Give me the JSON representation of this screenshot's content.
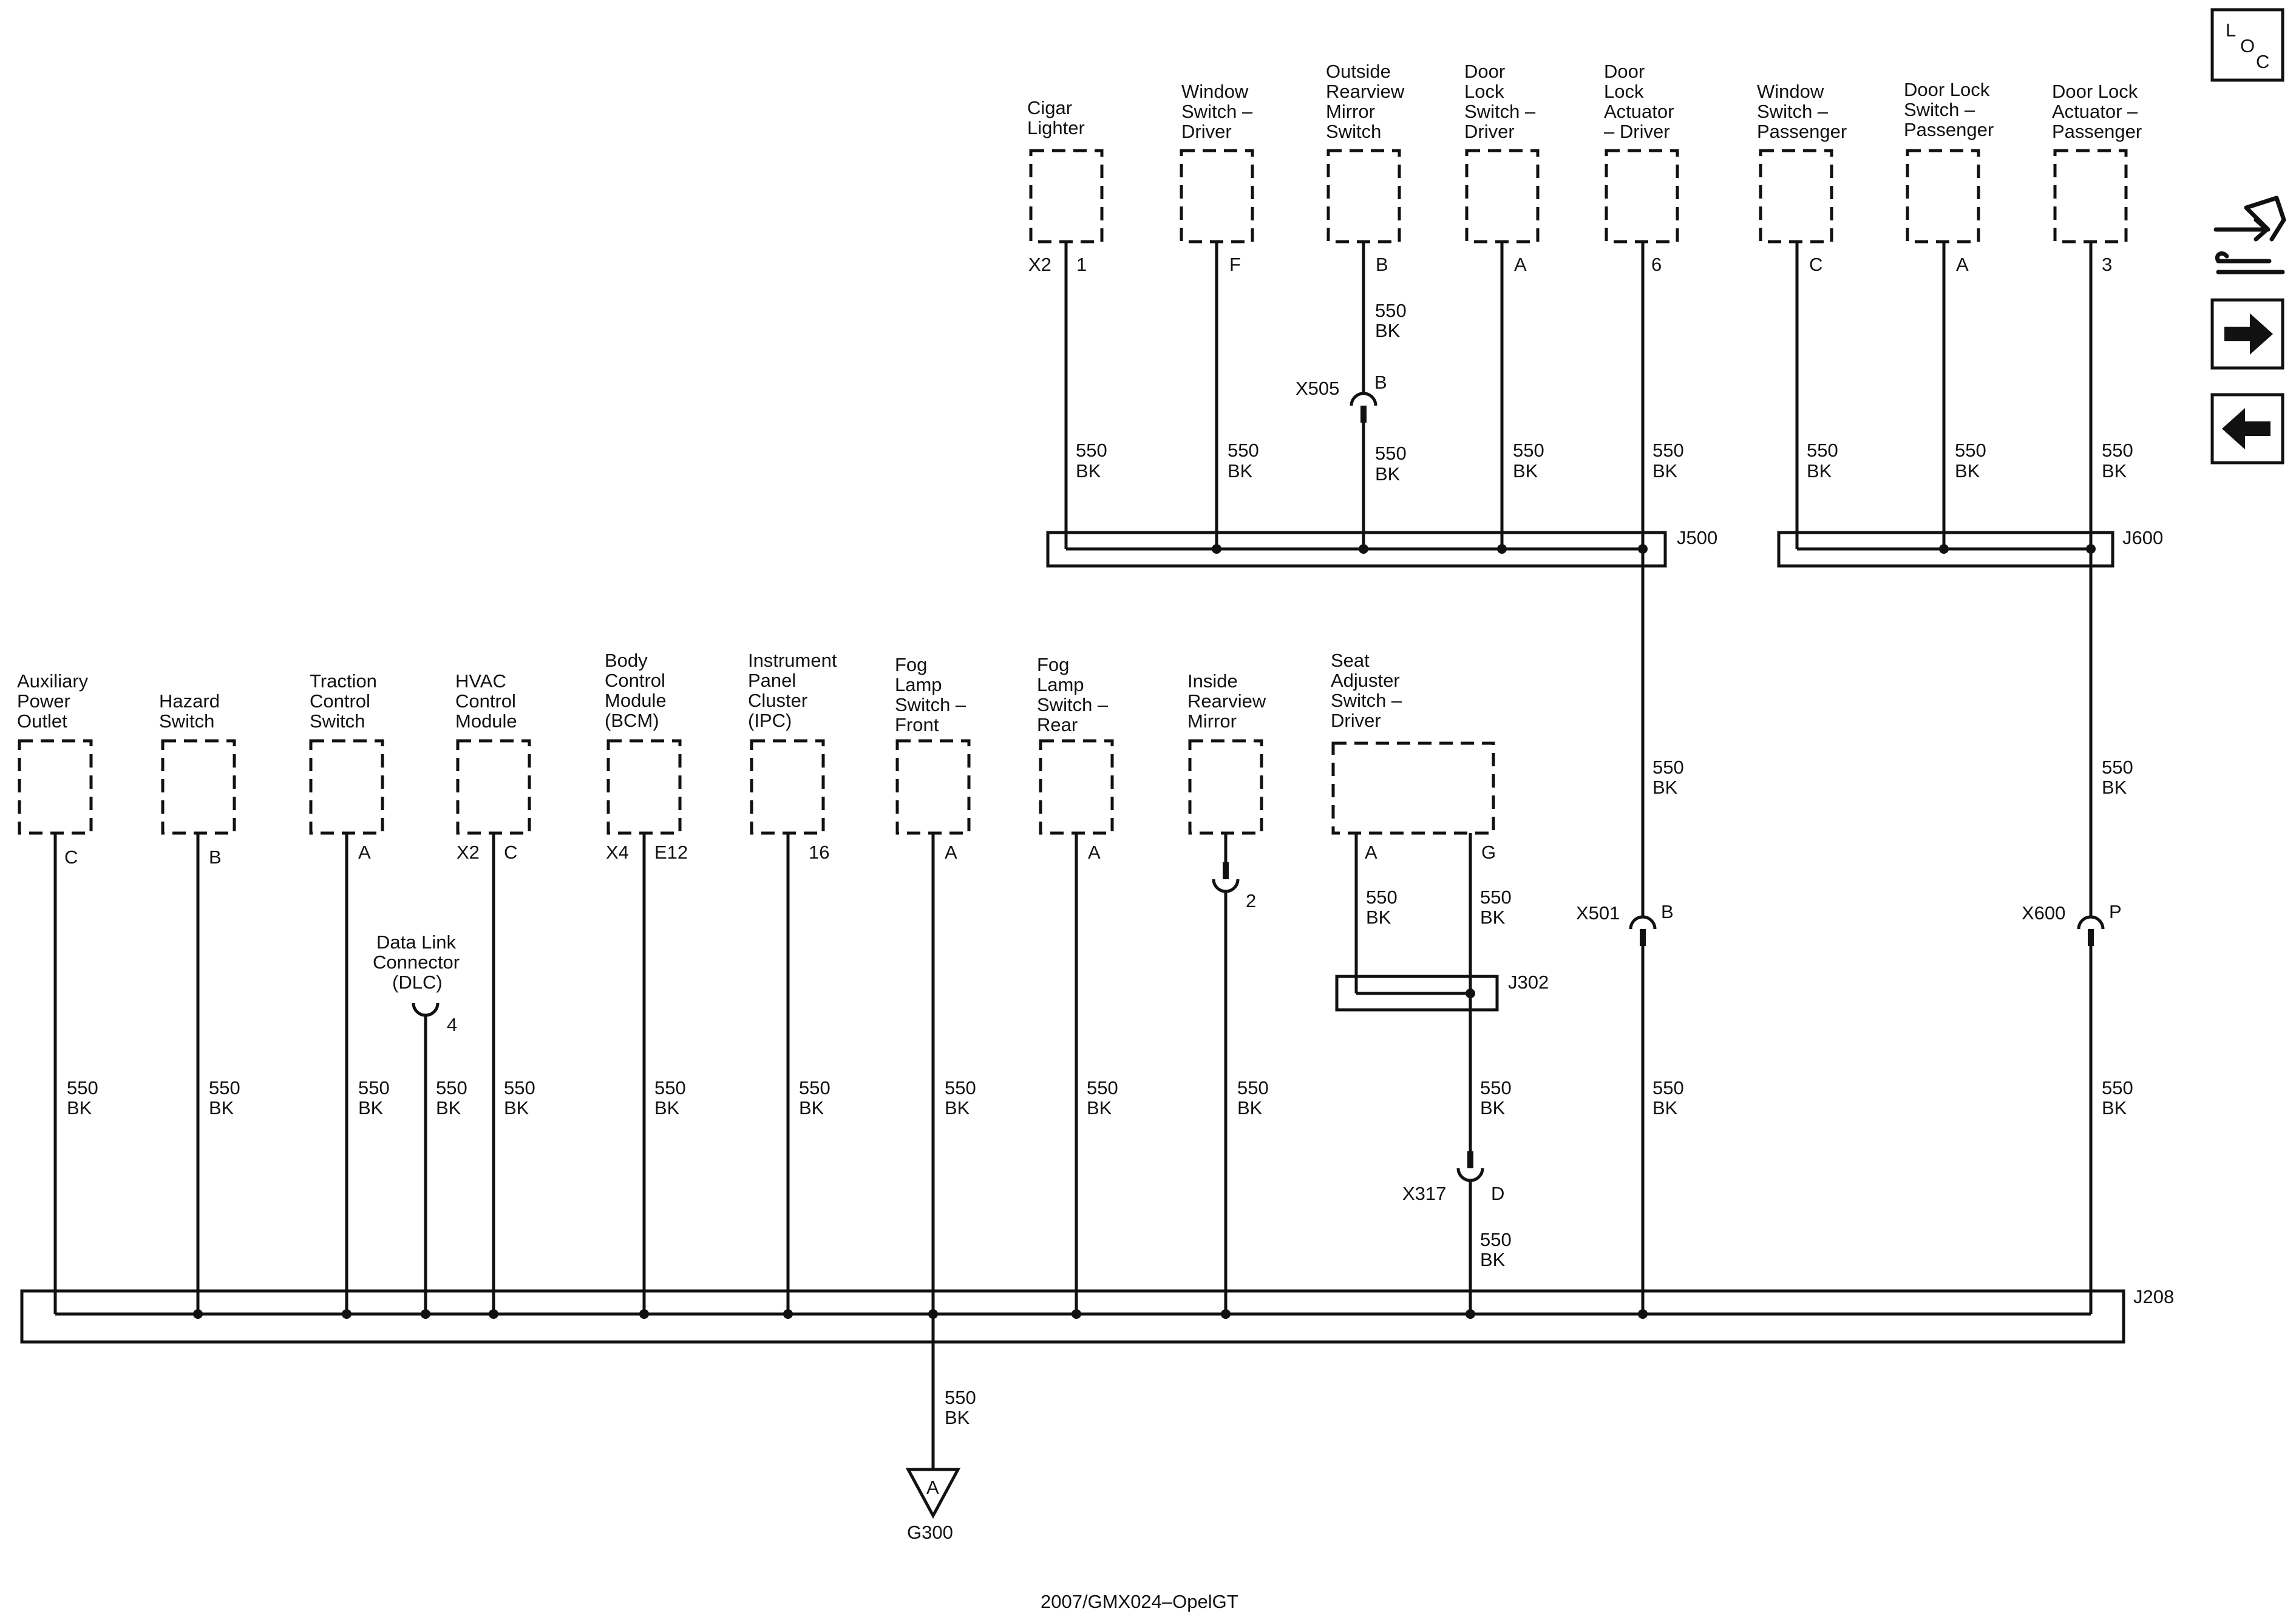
{
  "wire": {
    "gauge": "550",
    "color": "BK"
  },
  "components": {
    "cigar_lighter": {
      "name": [
        "Cigar",
        "Lighter"
      ],
      "conn": "X2",
      "pin": "1"
    },
    "window_switch_driver": {
      "name": [
        "Window",
        "Switch –",
        "Driver"
      ],
      "pin": "F"
    },
    "outside_mirror_switch": {
      "name": [
        "Outside",
        "Rearview",
        "Mirror",
        "Switch"
      ],
      "pin": "B"
    },
    "door_lock_switch_driver": {
      "name": [
        "Door",
        "Lock",
        "Switch –",
        "Driver"
      ],
      "pin": "A"
    },
    "door_lock_actuator_driver": {
      "name": [
        "Door",
        "Lock",
        "Actuator",
        "– Driver"
      ],
      "pin": "6"
    },
    "window_switch_passenger": {
      "name": [
        "Window",
        "Switch –",
        "Passenger"
      ],
      "pin": "C"
    },
    "door_lock_switch_passenger": {
      "name": [
        "Door Lock",
        "Switch –",
        "Passenger"
      ],
      "pin": "A"
    },
    "door_lock_actuator_passenger": {
      "name": [
        "Door Lock",
        "Actuator –",
        "Passenger"
      ],
      "pin": "3"
    },
    "aux_power_outlet": {
      "name": [
        "Auxiliary",
        "Power",
        "Outlet"
      ],
      "pin": "C"
    },
    "hazard_switch": {
      "name": [
        "Hazard",
        "Switch"
      ],
      "pin": "B"
    },
    "traction_control_switch": {
      "name": [
        "Traction",
        "Control",
        "Switch"
      ],
      "pin": "A"
    },
    "hvac_control_module": {
      "name": [
        "HVAC",
        "Control",
        "Module"
      ],
      "conn": "X2",
      "pin": "C"
    },
    "body_control_module": {
      "name": [
        "Body",
        "Control",
        "Module",
        "(BCM)"
      ],
      "conn": "X4",
      "pin": "E12"
    },
    "instrument_panel_cluster": {
      "name": [
        "Instrument",
        "Panel",
        "Cluster",
        "(IPC)"
      ],
      "pin": "16"
    },
    "fog_lamp_switch_front": {
      "name": [
        "Fog",
        "Lamp",
        "Switch –",
        "Front"
      ],
      "pin": "A"
    },
    "fog_lamp_switch_rear": {
      "name": [
        "Fog",
        "Lamp",
        "Switch –",
        "Rear"
      ],
      "pin": "A"
    },
    "inside_rearview_mirror": {
      "name": [
        "Inside",
        "Rearview",
        "Mirror"
      ],
      "pin": "2"
    },
    "seat_adjuster_switch_driver": {
      "name": [
        "Seat",
        "Adjuster",
        "Switch –",
        "Driver"
      ],
      "pin_a": "A",
      "pin_g": "G"
    },
    "data_link_connector": {
      "name": [
        "Data Link",
        "Connector",
        "(DLC)"
      ],
      "pin": "4"
    }
  },
  "connectors": {
    "x505": {
      "name": "X505",
      "pin": "B"
    },
    "x501": {
      "name": "X501",
      "pin": "B"
    },
    "x600": {
      "name": "X600",
      "pin": "P"
    },
    "x317": {
      "name": "X317",
      "pin": "D"
    }
  },
  "splices": {
    "j500": "J500",
    "j600": "J600",
    "j302": "J302",
    "j208": "J208"
  },
  "ground": {
    "name": "G300",
    "pin": "A"
  },
  "footer": "2007/GMX024–OpelGT",
  "loc_button": [
    "L",
    "O",
    "C"
  ],
  "icons": [
    "loc-icon",
    "connector-tools-icon",
    "arrow-right-icon",
    "arrow-left-icon"
  ]
}
